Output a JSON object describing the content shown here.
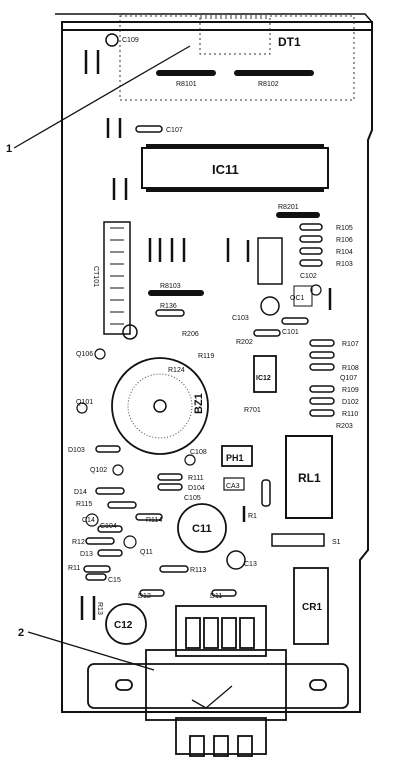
{
  "callouts": {
    "one": "1",
    "two": "2"
  },
  "labels": {
    "dt1": "DT1",
    "ic11": "IC11",
    "ic12": "IC12",
    "bz1": "BZ1",
    "ph1": "PH1",
    "rl1": "RL1",
    "c11": "C11",
    "c12": "C12",
    "cr1": "CR1",
    "c109": "C109",
    "c107": "C107",
    "r8101": "R8101",
    "r8102": "R8102",
    "r8103": "R8103",
    "r8201": "R8201",
    "r105": "R105",
    "r106": "R106",
    "r104": "R104",
    "r103": "R103",
    "r107": "R107",
    "r108": "R108",
    "r109": "R109",
    "r110": "R110",
    "r202": "R202",
    "r203": "R203",
    "r136": "R136",
    "r119": "R119",
    "r124": "R124",
    "r111": "R111",
    "r113": "R113",
    "r114": "R114",
    "r115": "R115",
    "q101": "Q101",
    "q102": "Q102",
    "q106": "Q106",
    "q107": "Q107",
    "q11": "Q11",
    "d103": "D103",
    "d104": "D104",
    "d102": "D102",
    "d14": "D14",
    "d13": "D13",
    "d12": "D12",
    "d11": "D11",
    "c101": "C101",
    "c102": "C102",
    "c103": "C103",
    "c104": "C104",
    "c105": "C105",
    "c108": "C108",
    "c13": "C13",
    "c14": "C14",
    "c15": "C15",
    "ca3": "CA3",
    "s1": "S1",
    "r1": "R1",
    "r11": "R11",
    "r12": "R12",
    "r13": "R13",
    "r701": "R701",
    "r206": "R206",
    "oc1": "OC1",
    "ct101": "CT101"
  }
}
